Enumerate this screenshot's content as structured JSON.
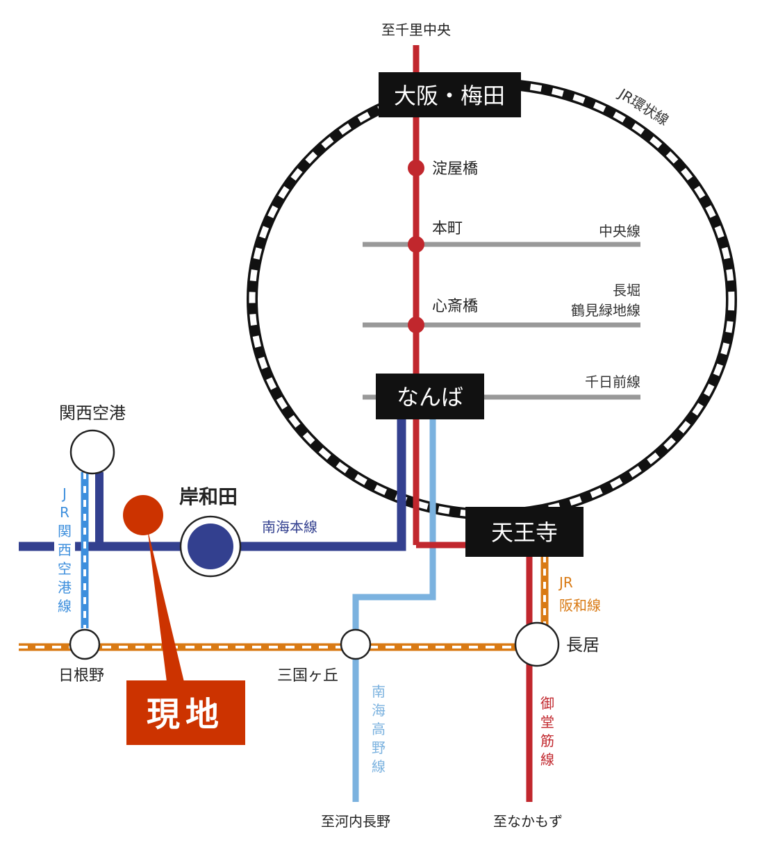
{
  "map": {
    "terminus_labels": {
      "north": "至千里中央",
      "south_west": "至河内長野",
      "south_east": "至なかもず"
    },
    "major_stations": {
      "umeda": "大阪・梅田",
      "namba": "なんば",
      "tennoji": "天王寺"
    },
    "stations": {
      "yodoyabashi": "淀屋橋",
      "honmachi": "本町",
      "shinsaibashi": "心斎橋",
      "kansai_airport": "関西空港",
      "kishiwada": "岸和田",
      "hineno": "日根野",
      "mikunigaoka": "三国ヶ丘",
      "nagai": "長居"
    },
    "lines": {
      "jr_loop": "JR環状線",
      "chuo": "中央線",
      "nagahori_line1": "長堀",
      "nagahori_line2": "鶴見緑地線",
      "sennichimae": "千日前線",
      "nankai_main": "南海本線",
      "jr_kansai_airport": [
        "J",
        "R",
        "関",
        "西",
        "空",
        "港",
        "線"
      ],
      "jr_hanwa_line1": "JR",
      "jr_hanwa_line2": "阪和線",
      "nankai_koya": [
        "南",
        "海",
        "高",
        "野",
        "線"
      ],
      "midosuji": [
        "御",
        "堂",
        "筋",
        "線"
      ]
    },
    "current_location": "現地",
    "colors": {
      "midosuji": "#c1272d",
      "nankai_main": "#33408f",
      "nankai_koya": "#7bb2df",
      "jr_hanwa": "#d97a14",
      "jr_kansai_airport": "#3d8fdd",
      "subway_grey": "#999999",
      "current_location": "#cc3300",
      "station_box": "#111111"
    }
  }
}
